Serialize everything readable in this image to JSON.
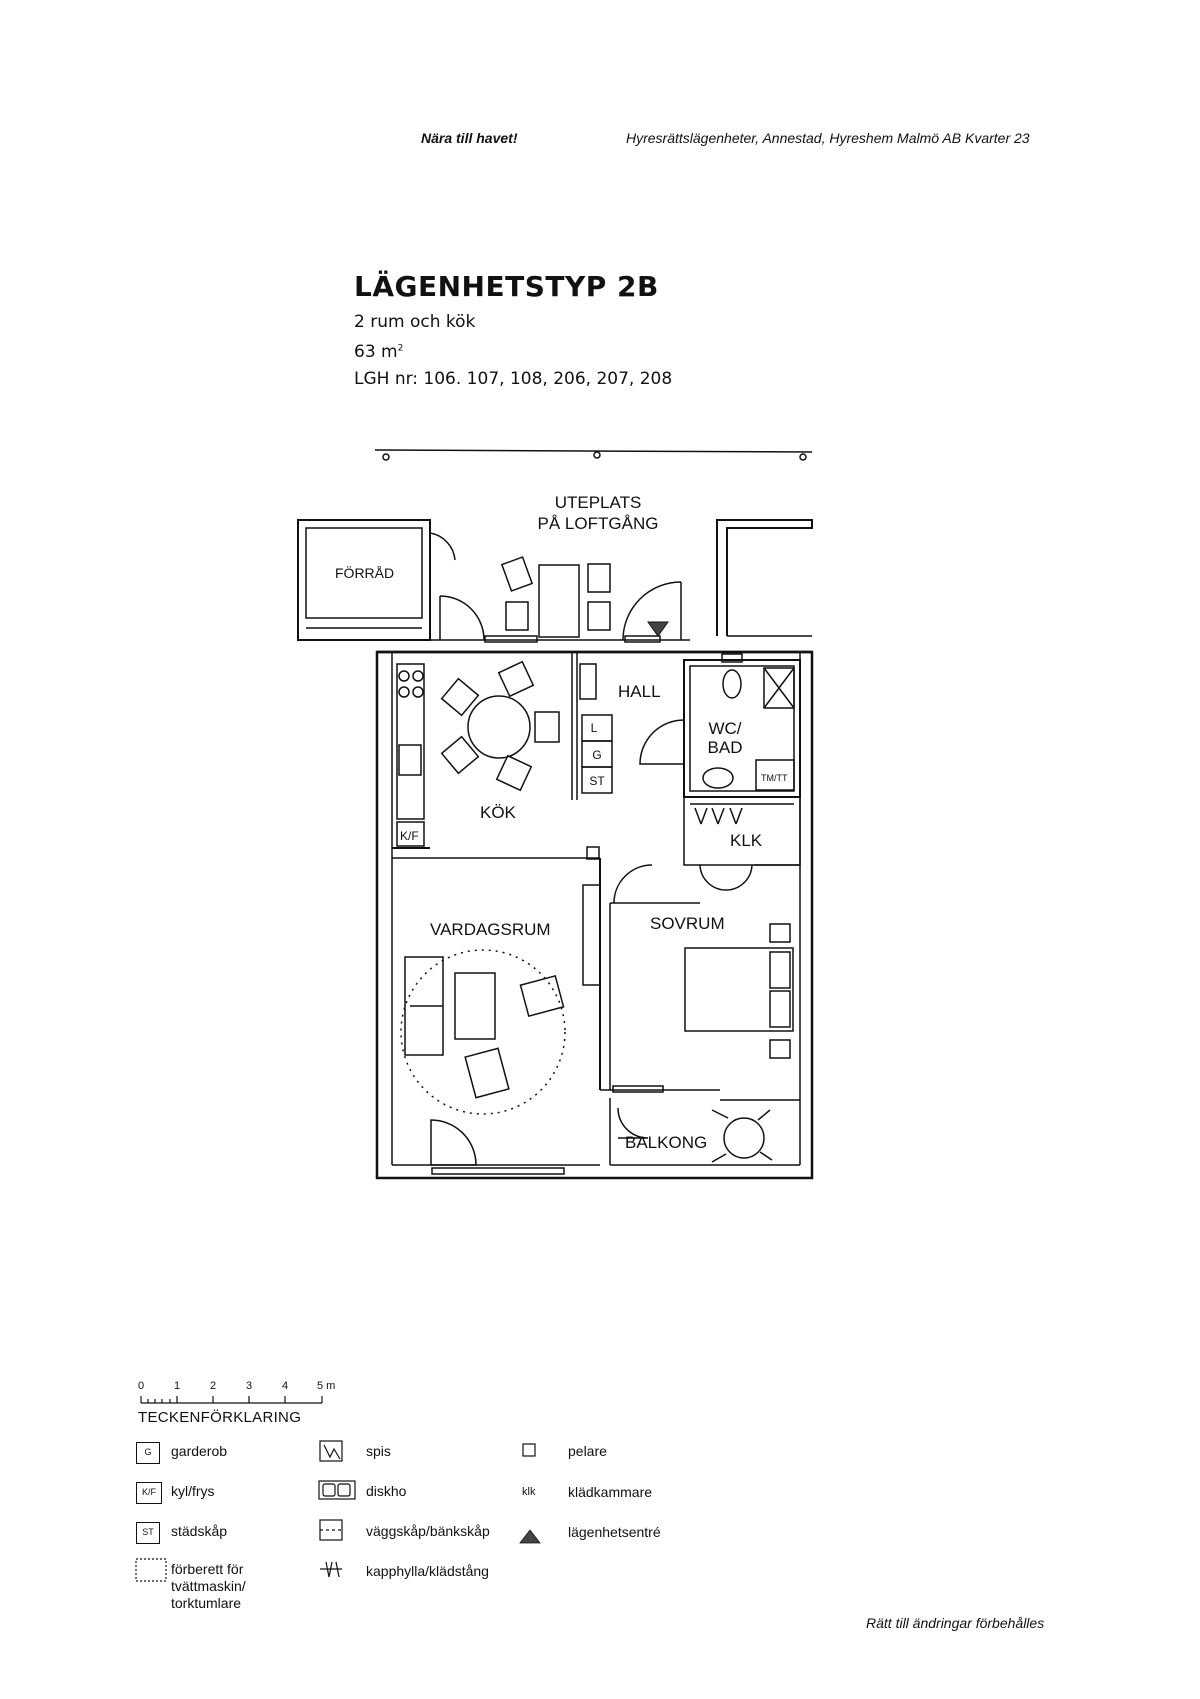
{
  "header": {
    "left": "Nära till havet!",
    "right": "Hyresrättslägenheter, Annestad, Hyreshem Malmö AB   Kvarter 23"
  },
  "apartment": {
    "title": "LÄGENHETSTYP 2B",
    "rooms": "2 rum och kök",
    "area_value": "63 m",
    "area_sup": "2",
    "lgh_numbers": "LGH nr: 106. 107, 108, 206, 207, 208"
  },
  "plan": {
    "rooms": {
      "uteplats_1": "UTEPLATS",
      "uteplats_2": "PÅ LOFTGÅNG",
      "forrad": "FÖRRÅD",
      "hall": "HALL",
      "wc_1": "WC/",
      "wc_2": "BAD",
      "kok": "KÖK",
      "klk": "KLK",
      "vardagsrum": "VARDAGSRUM",
      "sovrum": "SOVRUM",
      "balkong": "BALKONG"
    },
    "labels": {
      "l": "L",
      "g": "G",
      "st": "ST",
      "kf": "K/F",
      "tmtt": "TM/TT"
    }
  },
  "scale": {
    "ticks": [
      "0",
      "1",
      "2",
      "3",
      "4",
      "5 m"
    ]
  },
  "legend": {
    "title": "TECKENFÖRKLARING",
    "items": {
      "garderob_code": "G",
      "garderob": "garderob",
      "kylfrys_code": "K/F",
      "kylfrys": "kyl/frys",
      "stadskap_code": "ST",
      "stadskap": "städskåp",
      "forberett_1": "förberett för",
      "forberett_2": "tvättmaskin/",
      "forberett_3": "torktumlare",
      "spis": "spis",
      "diskho": "diskho",
      "vaggskap": "väggskåp/bänkskåp",
      "kapphylla": "kapphylla/klädstång",
      "pelare": "pelare",
      "klk_code": "klk",
      "kladkammare": "klädkammare",
      "lagenhetsentre": "lägenhetsentré"
    }
  },
  "footer": "Rätt till ändringar förbehålles"
}
